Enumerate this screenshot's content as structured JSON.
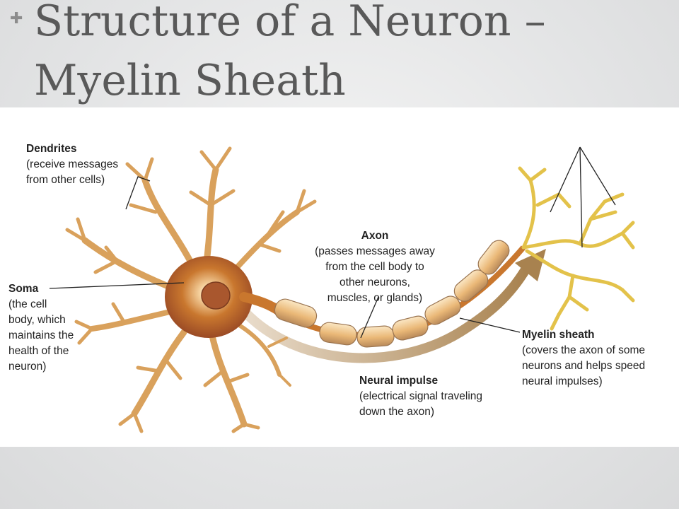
{
  "title": {
    "line1": "Structure of a Neuron –",
    "line2": "Myelin Sheath"
  },
  "slide_icon": "plus-icon",
  "labels": {
    "dendrites": {
      "heading": "Dendrites",
      "desc": [
        "(receive messages",
        "from other cells)"
      ]
    },
    "soma": {
      "heading": "Soma",
      "desc": [
        "(the cell",
        "body, which",
        "maintains the",
        "health of the",
        "neuron)"
      ]
    },
    "axon": {
      "heading": "Axon",
      "desc": [
        "(passes messages away",
        "from the cell body to",
        "other neurons,",
        "muscles, or glands)"
      ]
    },
    "myelin": {
      "heading": "Myelin sheath",
      "desc": [
        "(covers the axon of some",
        "neurons and helps speed",
        "neural impulses)"
      ]
    },
    "impulse": {
      "heading": "Neural impulse",
      "desc": [
        "(electrical signal traveling",
        "down the axon)"
      ]
    }
  },
  "colors": {
    "dendrite": "#d9a15c",
    "soma": "#c9772e",
    "myelin": "#f0c98a",
    "terminal": "#e3c24a",
    "impulse_arrow": "#b9956a",
    "title": "#595959"
  }
}
